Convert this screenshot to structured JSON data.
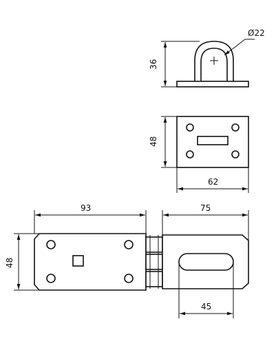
{
  "dimensions": {
    "loop_diameter": "Ø22",
    "loop_height": "36",
    "staple_plate_height": "48",
    "staple_plate_width": "62",
    "hasp_hinge_plate_width": "93",
    "hasp_strap_width": "75",
    "hasp_height": "48",
    "slot_length": "45"
  }
}
